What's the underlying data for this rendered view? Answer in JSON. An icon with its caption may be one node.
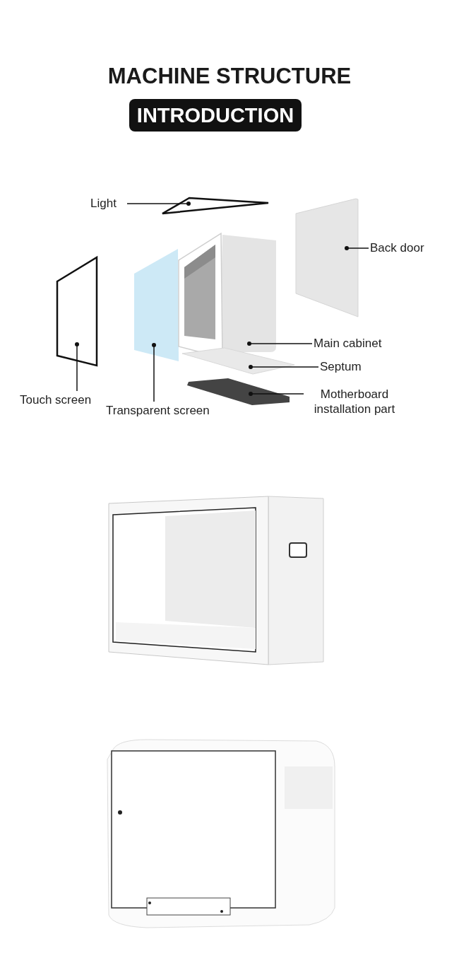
{
  "diagram": {
    "title": "MACHINE STRUCTURE",
    "nodes": [
      {
        "text": [
          "INTRODUCTION"
        ]
      },
      {
        "text": [
          "Light"
        ]
      },
      {
        "text": [],
        "shape": "picture"
      },
      {
        "text": [],
        "shape": "picture"
      },
      {
        "text": [
          "Back door"
        ]
      },
      {
        "text": [],
        "shape": "picture"
      },
      {
        "text": [],
        "shape": "picture"
      },
      {
        "text": [],
        "shape": "picture"
      },
      {
        "text": [
          "Main cabinet"
        ]
      },
      {
        "text": [],
        "shape": "picture"
      },
      {
        "text": [
          "Septum"
        ]
      },
      {
        "text": [],
        "shape": "picture"
      },
      {
        "text": [
          "Motherboard installation part"
        ]
      },
      {
        "text": [
          "Touch screen"
        ]
      },
      {
        "text": [
          "Transparent screen"
        ]
      }
    ],
    "edges": [
      {
        "from": 1,
        "to": 2,
        "arrow": "other"
      },
      {
        "from": 4,
        "to": 3,
        "arrow": "other"
      },
      {
        "from": 13,
        "to": 5,
        "arrow": "other"
      },
      {
        "from": 14,
        "to": 6,
        "arrow": "other"
      },
      {
        "from": 8,
        "to": 7,
        "arrow": "other"
      },
      {
        "from": 10,
        "to": 9,
        "arrow": "other"
      },
      {
        "from": 12,
        "to": 11,
        "arrow": "other"
      }
    ]
  }
}
